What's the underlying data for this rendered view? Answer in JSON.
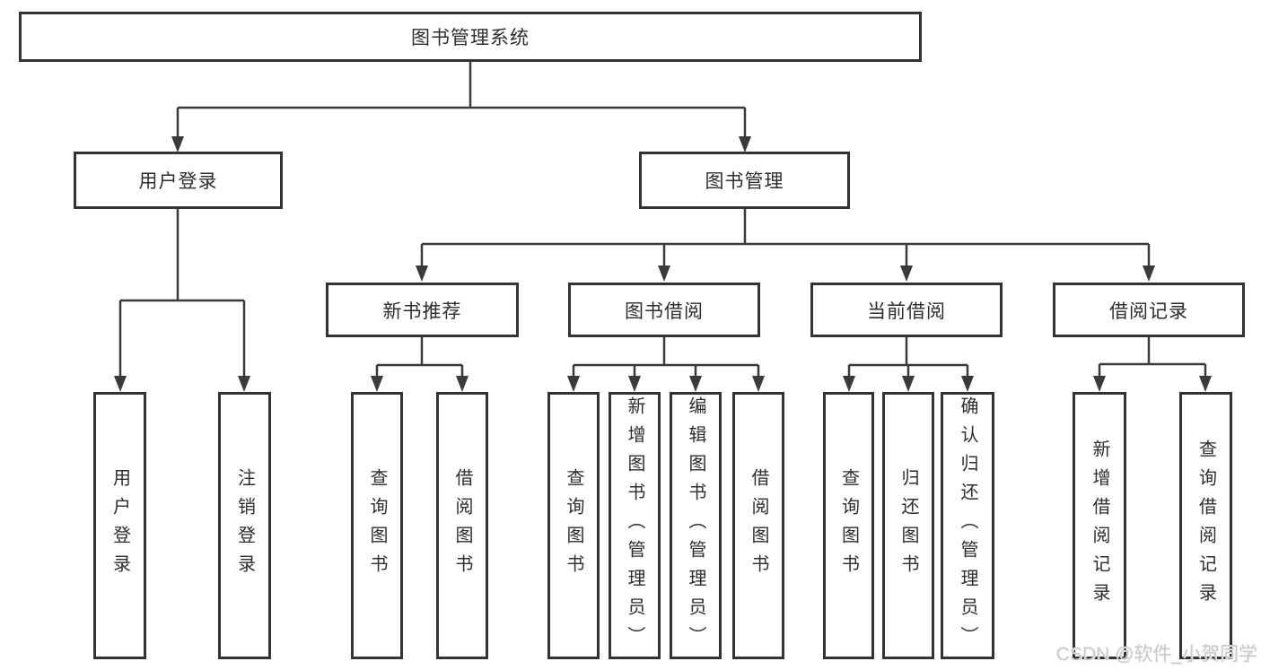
{
  "nodes": {
    "root": "图书管理系统",
    "user_login_group": "用户登录",
    "book_mgmt": "图书管理",
    "new_book_rec": "新书推荐",
    "book_borrow": "图书借阅",
    "current_borrow": "当前借阅",
    "borrow_records": "借阅记录",
    "user_login": "用户登录",
    "logout_login": "注销登录",
    "rec_query_books": "查询图书",
    "rec_borrow_books": "借阅图书",
    "bb_query_books": "查询图书",
    "bb_add_books_admin": "新增图书（管理员）",
    "bb_edit_books_admin": "编辑图书（管理员）",
    "bb_borrow_books": "借阅图书",
    "cb_query_books": "查询图书",
    "cb_return_books": "归还图书",
    "cb_confirm_return_admin": "确认归还（管理员）",
    "br_add_record": "新增借阅记录",
    "br_query_record": "查询借阅记录"
  },
  "watermark": "CSDN @软件_小贺同学",
  "colors": {
    "line": "#3a3a3a",
    "box_border": "#333333",
    "text": "#2d2d2d",
    "watermark": "#c9c9c9",
    "background": "#ffffff"
  }
}
